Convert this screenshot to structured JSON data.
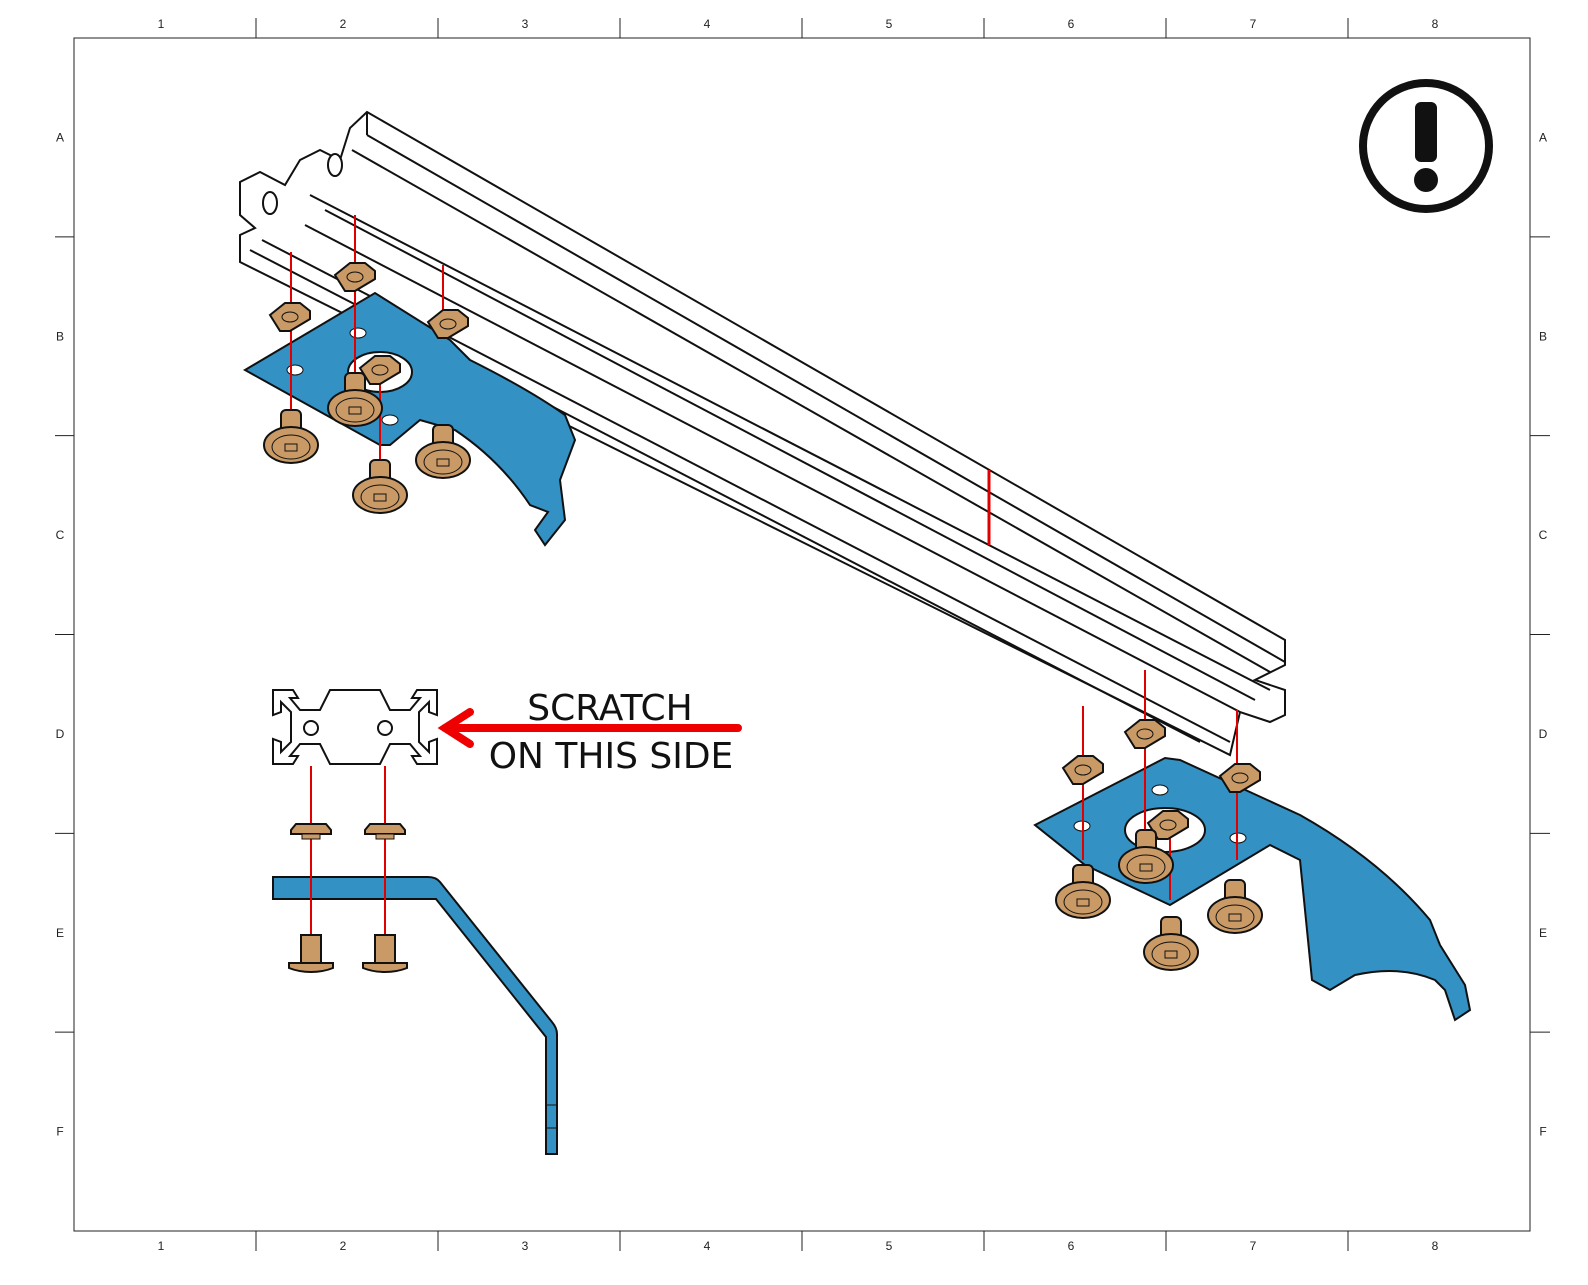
{
  "frame": {
    "columns": [
      "1",
      "2",
      "3",
      "4",
      "5",
      "6",
      "7",
      "8"
    ],
    "rows": [
      "A",
      "B",
      "C",
      "D",
      "E",
      "F"
    ]
  },
  "note": {
    "line1": "SCRATCH",
    "line2": "ON THIS SIDE"
  },
  "icons": {
    "warning": "exclamation-circle-icon"
  },
  "colors": {
    "bracket": "#3391c4",
    "hardware": "#c99a66",
    "guide_line": "#e00000",
    "arrow": "#ee0000"
  }
}
